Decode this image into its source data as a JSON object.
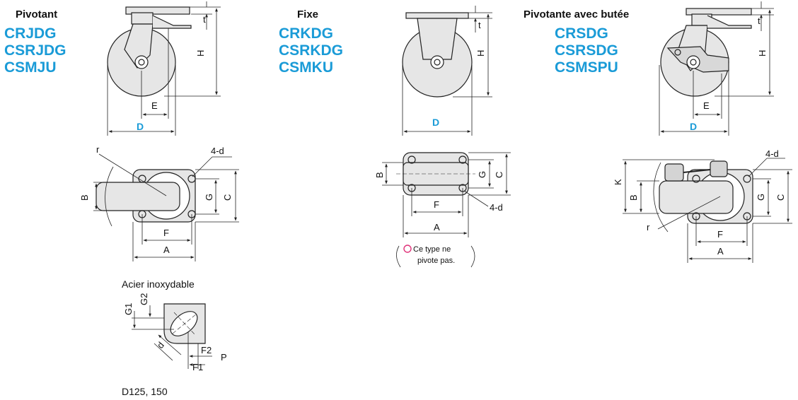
{
  "swivel": {
    "title": "Pivotant",
    "codes": [
      "CRJDG",
      "CSRJDG",
      "CSMJU"
    ]
  },
  "fixed": {
    "title": "Fixe",
    "codes": [
      "CRKDG",
      "CSRKDG",
      "CSMKU"
    ],
    "note_line1": "Ce type ne",
    "note_line2": "pivote pas."
  },
  "brake": {
    "title": "Pivotante avec butée",
    "codes": [
      "CRSDG",
      "CSRSDG",
      "CSMSPU"
    ]
  },
  "stainless": {
    "label": "Acier inoxydable",
    "size_note": "D125, 150"
  },
  "dims": {
    "H": "H",
    "t": "t",
    "E": "E",
    "D": "D",
    "B": "B",
    "G": "G",
    "C": "C",
    "F": "F",
    "A": "A",
    "r": "r",
    "d4": "4-d",
    "K": "K",
    "G1": "G1",
    "G2": "G2",
    "F1": "F1",
    "F2": "F2",
    "d": "d",
    "P": "P"
  },
  "colors": {
    "accent": "#1a9bd7",
    "fill": "#e6e6e6",
    "line": "#222222",
    "note_icon": "#e0337a"
  }
}
